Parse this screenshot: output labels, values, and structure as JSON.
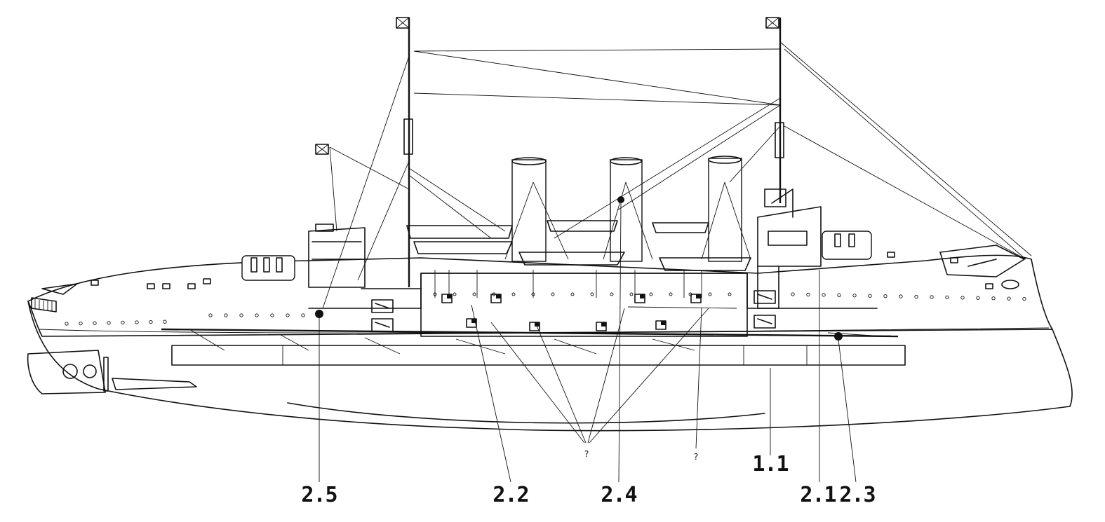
{
  "labels": {
    "l_25": "2.5",
    "l_22": "2.2",
    "l_24": "2.4",
    "l_11": "1.1",
    "l_21": "2.1",
    "l_23": "2.3",
    "q_a": "?",
    "q_b": "?"
  },
  "colors": {
    "ink": "#111111",
    "paper": "#ffffff"
  }
}
